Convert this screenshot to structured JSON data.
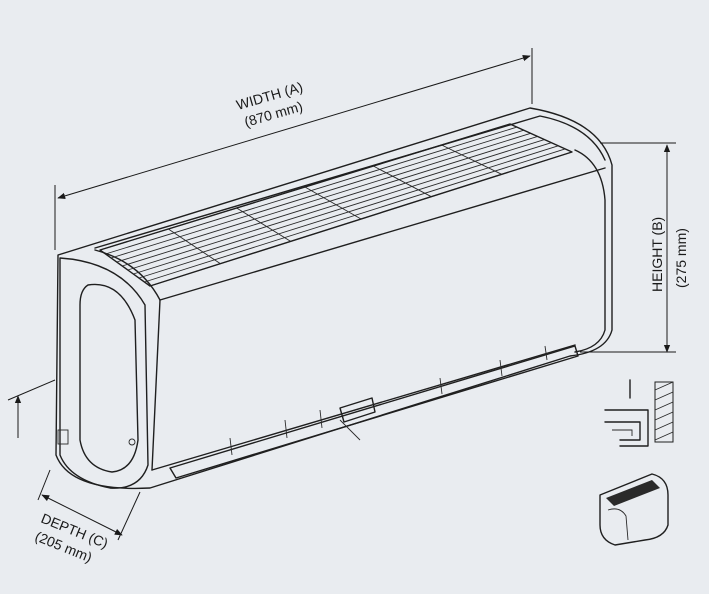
{
  "width": {
    "label": "WIDTH (A)",
    "value": "(870 mm)"
  },
  "height": {
    "label": "HEIGHT (B)",
    "value": "(275 mm)"
  },
  "depth": {
    "label": "DEPTH (C)",
    "value": "(205 mm)"
  },
  "colors": {
    "background": "#e9ecf0",
    "line": "#1f1f1f",
    "unit_fill": "#f2f4f7"
  }
}
